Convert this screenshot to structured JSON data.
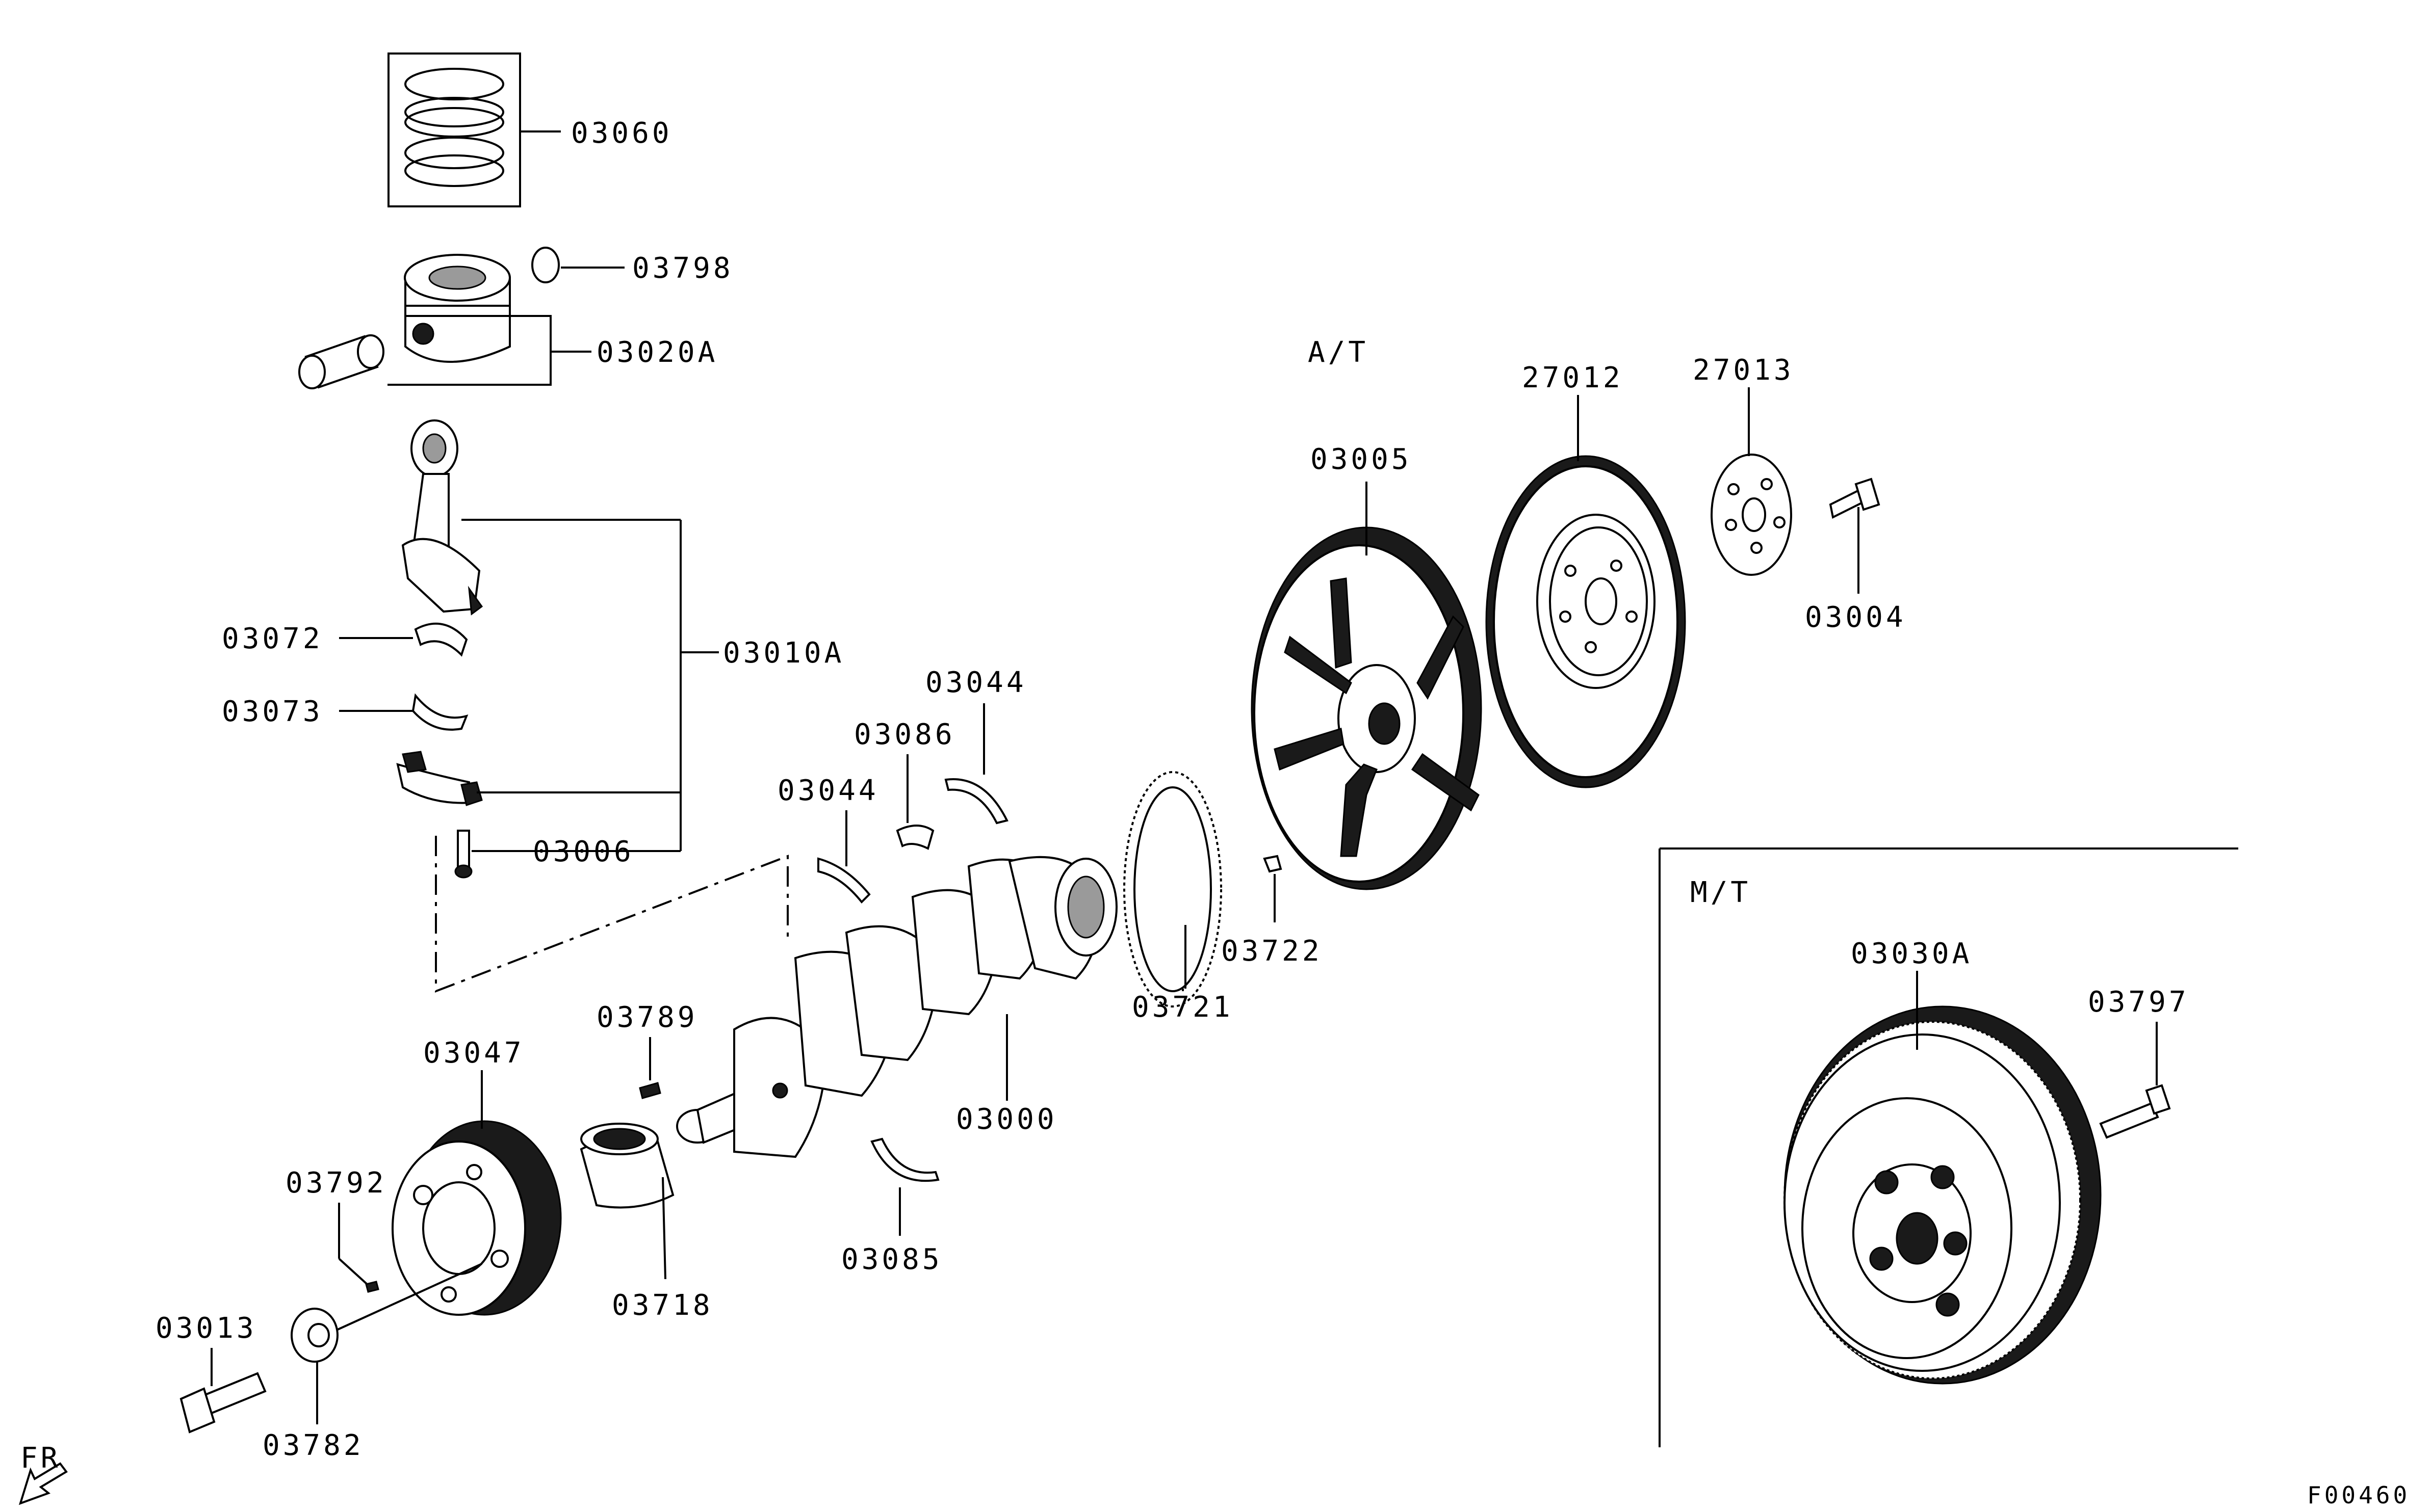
{
  "callouts": {
    "p03060": "03060",
    "p03798": "03798",
    "p03020A": "03020A",
    "p03072": "03072",
    "p03073": "03073",
    "p03010A": "03010A",
    "p03006": "03006",
    "p03044_a": "03044",
    "p03044_b": "03044",
    "p03086": "03086",
    "p03789": "03789",
    "p03047": "03047",
    "p03792": "03792",
    "p03013": "03013",
    "p03782": "03782",
    "p03718": "03718",
    "p03000": "03000",
    "p03085": "03085",
    "p03721": "03721",
    "p03722": "03722",
    "p03005": "03005",
    "p27012": "27012",
    "p27013": "27013",
    "p03004": "03004",
    "p03030A": "03030A",
    "p03797": "03797"
  },
  "sections": {
    "at_label": "A/T",
    "mt_label": "M/T"
  },
  "direction_label": "FR",
  "figure_number": "F00460",
  "icons": {
    "front_arrow": "arrow-down-left-icon"
  }
}
